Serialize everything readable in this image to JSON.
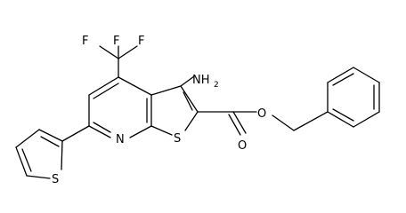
{
  "molecule": {
    "labels": {
      "f_top": "F",
      "f_left": "F",
      "f_right": "F",
      "amino_n": "NH",
      "amino_h_count": "2",
      "ring_n": "N",
      "ring_s_thieno": "S",
      "ring_s_thiophene": "S",
      "carbonyl_o": "O",
      "ester_o": "O"
    }
  }
}
